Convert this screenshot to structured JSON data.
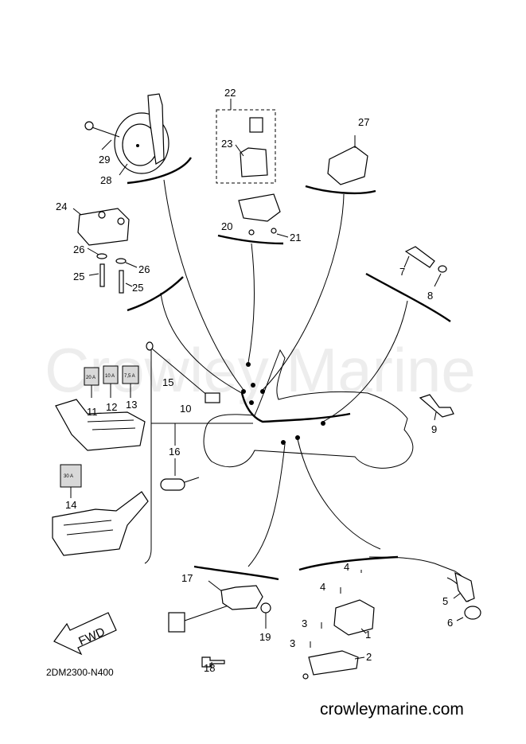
{
  "watermark": "Crowley Marine",
  "diagram_code": "2DM2300-N400",
  "site": "crowleymarine.com",
  "fwd_label": "FWD",
  "fuse_labels": {
    "f11": "20 A",
    "f12": "10 A",
    "f13": "7,5 A",
    "f14": "30 A"
  },
  "callouts": {
    "c1": "1",
    "c2": "2",
    "c3a": "3",
    "c3b": "3",
    "c4a": "4",
    "c4b": "4",
    "c5": "5",
    "c6": "6",
    "c7": "7",
    "c8": "8",
    "c9": "9",
    "c10": "10",
    "c11": "11",
    "c12": "12",
    "c13": "13",
    "c14": "14",
    "c15": "15",
    "c16": "16",
    "c17": "17",
    "c18": "18",
    "c19": "19",
    "c20": "20",
    "c21": "21",
    "c22": "22",
    "c23": "23",
    "c24": "24",
    "c25a": "25",
    "c25b": "25",
    "c26a": "26",
    "c26b": "26",
    "c27": "27",
    "c28": "28",
    "c29": "29"
  }
}
